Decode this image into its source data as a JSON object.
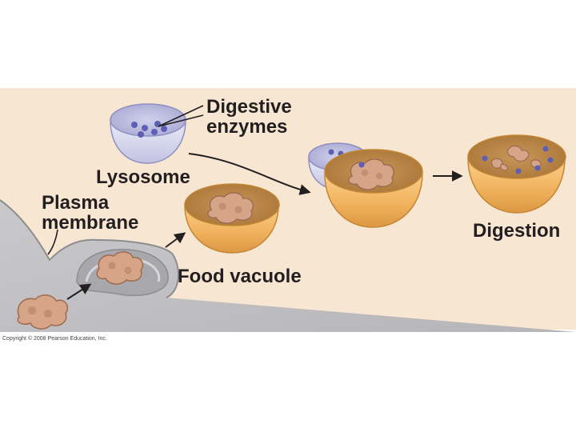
{
  "figure": {
    "labels": {
      "digestive_line1": "Digestive",
      "digestive_line2": "enzymes",
      "lysosome": "Lysosome",
      "plasma_line1": "Plasma",
      "plasma_line2": "membrane",
      "food_vacuole": "Food vacuole",
      "digestion": "Digestion"
    },
    "copyright": "Copyright © 2008 Pearson Education, Inc."
  },
  "colors": {
    "panel_background": "#f7e7d2",
    "membrane_gray": "#bfbec0",
    "vacuole_orange": "#f4b868",
    "lysosome_lavender": "#cfcfe9",
    "food_particle": "#d6a487",
    "enzyme_blue": "#5d5fb4"
  }
}
